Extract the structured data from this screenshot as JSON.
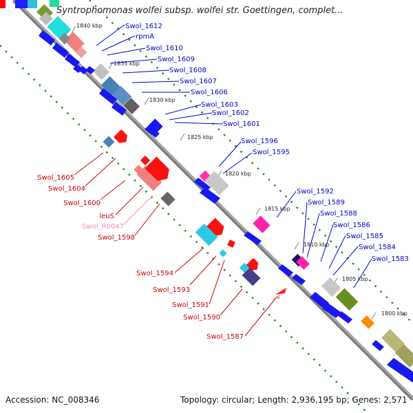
{
  "title": "Syntrophomonas wolfei subsp. wolfei str. Goettingen, complet...",
  "footer": {
    "accession": "Accession: NC_008346",
    "topology": "Topology: circular; Length: 2,936,195 bp; Genes: 2,571"
  },
  "colors": {
    "backbone": "#808080",
    "forward_label": "#0000cc",
    "reverse_label": "#cc0000",
    "rna_label": "#ff88bb",
    "gc_dots": "#228b22"
  },
  "kbp_marks": [
    "1840 kbp",
    "1835 kbp",
    "1830 kbp",
    "1825 kbp",
    "1820 kbp",
    "1815 kbp",
    "1810 kbp",
    "1805 kbp",
    "1800 kbp"
  ],
  "forward_genes": [
    "Swol_1612",
    "rpmA",
    "Swol_1610",
    "Swol_1609",
    "Swol_1608",
    "Swol_1607",
    "Swol_1606",
    "Swol_1603",
    "Swol_1602",
    "Swol_1601",
    "Swol_1596",
    "Swol_1595",
    "Swol_1592",
    "Swol_1589",
    "Swol_1588",
    "Swol_1586",
    "Swol_1585",
    "Swol_1584",
    "Swol_1583"
  ],
  "reverse_genes": [
    "Swol_1605",
    "Swol_1604",
    "Swol_1600",
    "leuS",
    "Swol_R0047",
    "Swol_1598",
    "Swol_1594",
    "Swol_1593",
    "Swol_1591",
    "Swol_1590",
    "Swol_1587"
  ]
}
